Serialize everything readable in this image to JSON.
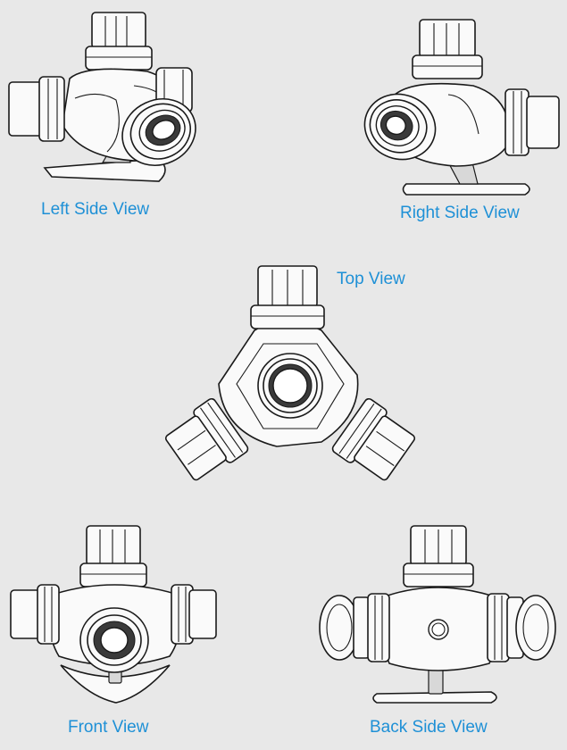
{
  "views": {
    "left": {
      "label": "Left Side View"
    },
    "right": {
      "label": "Right Side View"
    },
    "top": {
      "label": "Top View"
    },
    "front": {
      "label": "Front View"
    },
    "back": {
      "label": "Back Side View"
    }
  },
  "colors": {
    "background": "#e8e8e8",
    "label": "#1e90d6",
    "line": "#1a1a1a",
    "fill": "#fafafa"
  },
  "icons": {
    "left": "three-way-valve-left-side-drawing",
    "right": "three-way-valve-right-side-drawing",
    "top": "three-way-valve-top-drawing",
    "front": "three-way-valve-front-drawing",
    "back": "three-way-valve-back-side-drawing"
  }
}
